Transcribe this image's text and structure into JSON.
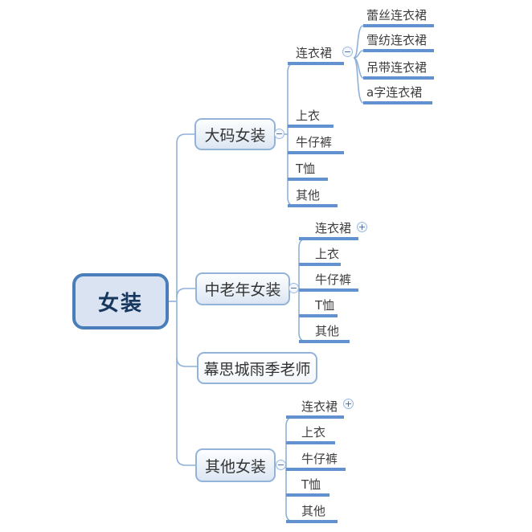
{
  "diagram": {
    "root": {
      "label": "女装"
    },
    "branches": [
      {
        "label": "大码女装",
        "expander": "−",
        "children": [
          {
            "label": "连衣裙",
            "expander": "−",
            "children": [
              {
                "label": "蕾丝连衣裙"
              },
              {
                "label": "雪纺连衣裙"
              },
              {
                "label": "吊带连衣裙"
              },
              {
                "label": "a字连衣裙"
              }
            ]
          },
          {
            "label": "上衣"
          },
          {
            "label": "牛仔裤"
          },
          {
            "label": "T恤"
          },
          {
            "label": "其他"
          }
        ]
      },
      {
        "label": "中老年女装",
        "expander": "−",
        "children": [
          {
            "label": "连衣裙",
            "expander": "+"
          },
          {
            "label": "上衣"
          },
          {
            "label": "牛仔裤"
          },
          {
            "label": "T恤"
          },
          {
            "label": "其他"
          }
        ]
      },
      {
        "label": "幕思城雨季老师"
      },
      {
        "label": "其他女装",
        "expander": "−",
        "children": [
          {
            "label": "连衣裙",
            "expander": "+"
          },
          {
            "label": "上衣"
          },
          {
            "label": "牛仔裤"
          },
          {
            "label": "T恤"
          },
          {
            "label": "其他"
          }
        ]
      }
    ],
    "colors": {
      "connector_thin": "#8fb1d9",
      "connector_thick": "#6191cf",
      "root_border": "#4a7ebb",
      "root_fill": "#d9e3f1",
      "root_text": "#17375e",
      "node_border": "#94b3d9",
      "node_fill": "#dce6f3",
      "node_text": "#333333",
      "expander_ring": "#9ab8dd",
      "expander_glyph": "#44689b"
    }
  }
}
